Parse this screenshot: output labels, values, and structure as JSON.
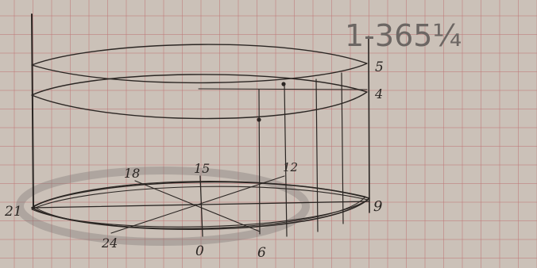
{
  "formula": "1-365¼",
  "scale_labels": {
    "upper": "5",
    "lower": "4"
  },
  "hour_labels": {
    "h0": "0",
    "h6": "6",
    "h9": "9",
    "h12": "12",
    "h15": "15",
    "h18": "18",
    "h21": "21",
    "h24": "24"
  }
}
